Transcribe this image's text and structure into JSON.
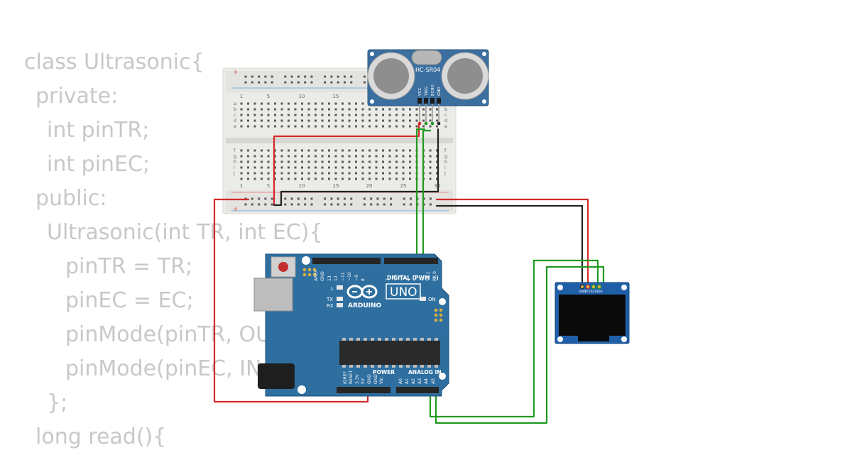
{
  "code_lines": [
    "class Ultrasonic{",
    "private:",
    "int pinTR;",
    "int pinEC;",
    "public:",
    "Ultrasonic(int TR, int EC){",
    "pinTR = TR;",
    "pinEC = EC;",
    "pinMode(pinTR, OU",
    "pinMode(pinEC, IN",
    "};",
    "long read(){"
  ],
  "sensor": {
    "model": "HC-SR04",
    "pins": [
      "VCC",
      "TRIG",
      "ECHO",
      "GND"
    ]
  },
  "breadboard": {
    "col_labels_top": [
      "1",
      "5",
      "10",
      "15"
    ],
    "col_labels_bottom": [
      "1",
      "5",
      "10",
      "15",
      "20",
      "25",
      "30"
    ],
    "row_labels_top_left": [
      "a",
      "b",
      "c",
      "d",
      "e"
    ],
    "row_labels_top_right": [
      "b",
      "c",
      "d",
      "e"
    ],
    "row_labels_bottom_left": [
      "f",
      "g",
      "h",
      "i",
      "j"
    ],
    "row_labels_bottom_right": [
      "f",
      "g",
      "h",
      "i",
      "j"
    ]
  },
  "arduino": {
    "brand": "ARDUINO",
    "model": "UNO",
    "digital_label": "DIGITAL (PWM ~)",
    "power_label": "POWER",
    "analog_label": "ANALOG IN",
    "led_l": "L",
    "led_tx": "TX",
    "led_rx": "RX",
    "led_on": "ON",
    "digital_pins": [
      "AREF",
      "GND",
      "13",
      "12",
      "~11",
      "~10",
      "~9",
      "8",
      "7",
      "~6",
      "~5",
      "4",
      "~3",
      "2",
      "TX 1",
      "RX 0"
    ],
    "power_pins": [
      "IOREF",
      "RESET",
      "3.3V",
      "5V",
      "GND",
      "GND",
      "Vin"
    ],
    "analog_pins": [
      "A0",
      "A1",
      "A2",
      "A3",
      "A4",
      "A5"
    ]
  },
  "oled": {
    "pins": [
      "GND",
      "VCC",
      "SCL",
      "SDA"
    ]
  },
  "colors": {
    "board_blue": "#2e6fa0",
    "sensor_blue": "#3b6fa0",
    "wire_red": "#d62828",
    "wire_black": "#222222",
    "wire_green": "#1f9a1f",
    "code_gray": "#c8c8c8",
    "breadboard": "#ebebe8"
  }
}
